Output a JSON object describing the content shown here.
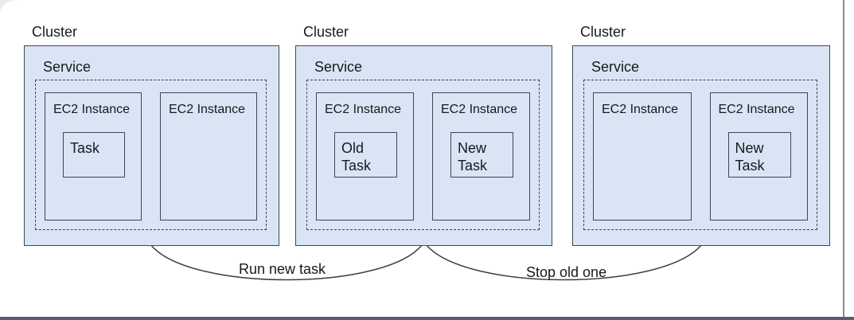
{
  "colors": {
    "box_fill": "#d9e5f4",
    "box_border": "#3e4754",
    "dash_border": "#3a4450",
    "arc_stroke": "#3f3f3f",
    "text": "#17191d",
    "frame_bottom": "#575e74",
    "frame_right": "#858b97"
  },
  "clusters": [
    {
      "label": "Cluster",
      "service": {
        "label": "Service"
      },
      "instances": [
        {
          "label": "EC2 Instance",
          "task": "Task"
        },
        {
          "label": "EC2 Instance"
        }
      ]
    },
    {
      "label": "Cluster",
      "service": {
        "label": "Service"
      },
      "instances": [
        {
          "label": "EC2 Instance",
          "task": "Old Task"
        },
        {
          "label": "EC2 Instance",
          "task": "New Task"
        }
      ]
    },
    {
      "label": "Cluster",
      "service": {
        "label": "Service"
      },
      "instances": [
        {
          "label": "EC2 Instance"
        },
        {
          "label": "EC2 Instance",
          "task": "New Task"
        }
      ]
    }
  ],
  "arrows": [
    {
      "label": "Run new task",
      "from": "cluster-1",
      "to": "cluster-2"
    },
    {
      "label": "Stop old one",
      "from": "cluster-2",
      "to": "cluster-3"
    }
  ]
}
